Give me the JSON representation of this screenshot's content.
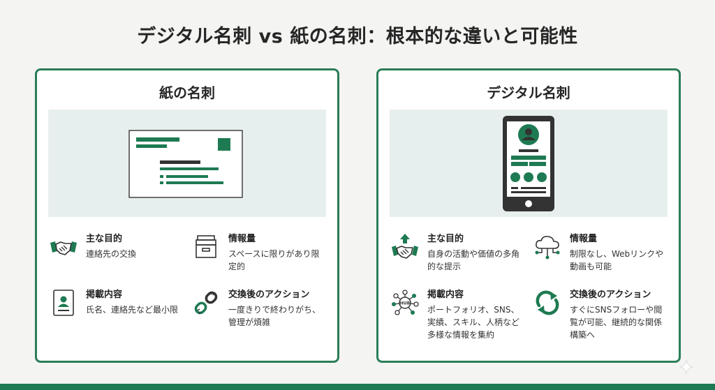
{
  "title": "デジタル名刺 vs 紙の名刺：根本的な違いと可能性",
  "colors": {
    "accent": "#1e7a52",
    "card_border": "#2a7d57",
    "panel": "#e7efee",
    "dark": "#333333"
  },
  "paper": {
    "title": "紙の名刺",
    "features": {
      "purpose": {
        "heading": "主な目的",
        "text": "連絡先の交換",
        "icon": "handshake-icon"
      },
      "info": {
        "heading": "情報量",
        "text": "スペースに限りがあり限定的",
        "icon": "archive-box-icon"
      },
      "content": {
        "heading": "掲載内容",
        "text": "氏名、連絡先など最小限",
        "icon": "id-card-icon"
      },
      "action": {
        "heading": "交換後のアクション",
        "text": "一度きりで終わりがち、管理が煩雑",
        "icon": "broken-link-icon"
      }
    }
  },
  "digital": {
    "title": "デジタル名刺",
    "features": {
      "purpose": {
        "heading": "主な目的",
        "text": "自身の活動や価値の多角的な提示",
        "icon": "handshake-arrow-icon"
      },
      "info": {
        "heading": "情報量",
        "text": "制限なし、Webリンクや動画も可能",
        "icon": "cloud-network-icon"
      },
      "content": {
        "heading": "掲載内容",
        "text": "ポートフォリオ、SNS、実績、スキル、人柄など多様な情報を集約",
        "icon": "hub-icon",
        "hub_label": "HUB"
      },
      "action": {
        "heading": "交換後のアクション",
        "text": "すぐにSNSフォローや閲覧が可能、継続的な関係構築へ",
        "icon": "sync-icon"
      }
    }
  }
}
